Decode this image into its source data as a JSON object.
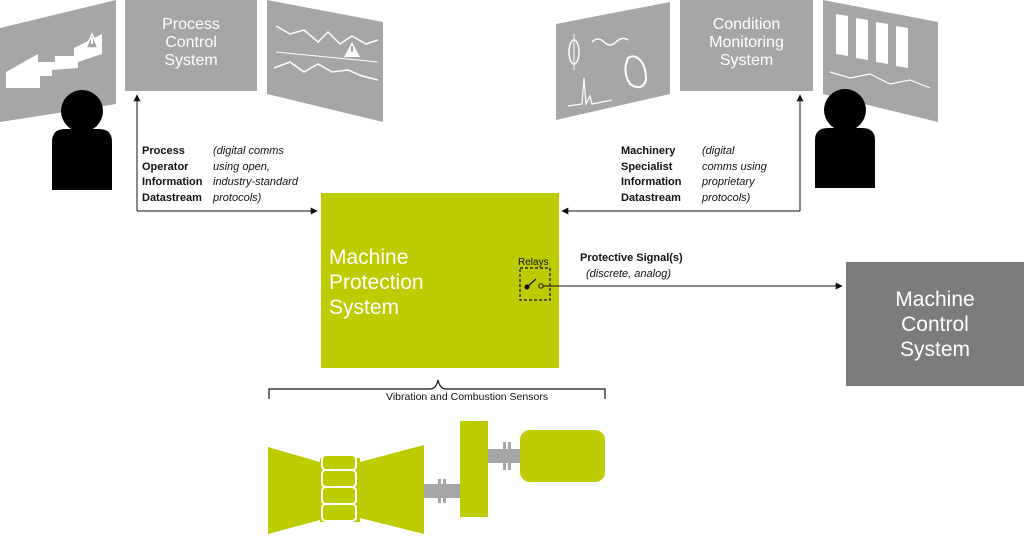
{
  "process_control": {
    "title_lines": [
      "Process",
      "Control",
      "System"
    ],
    "stream_label_lines": [
      "Process",
      "Operator",
      "Information",
      "Datastream"
    ],
    "stream_note_lines": [
      "(digital comms",
      "using open,",
      "industry-standard",
      "protocols)"
    ]
  },
  "condition_monitoring": {
    "title_lines": [
      "Condition",
      "Monitoring",
      "System"
    ],
    "stream_label_lines": [
      "Machinery",
      "Specialist",
      "Information",
      "Datastream"
    ],
    "stream_note_lines": [
      "(digital",
      "comms using",
      "proprietary",
      "protocols)"
    ]
  },
  "machine_protection": {
    "title_lines": [
      "Machine",
      "Protection",
      "System"
    ],
    "relays_label": "Relays",
    "color": "#bccc00"
  },
  "protective_signal": {
    "label": "Protective Signal(s)",
    "note": "(discrete, analog)"
  },
  "machine_control": {
    "title_lines": [
      "Machine",
      "Control",
      "System"
    ],
    "color": "#7c7c7c"
  },
  "sensors": {
    "label": "Vibration and Combustion Sensors"
  },
  "colors": {
    "panel_gray": "#a6a6a6",
    "accent_green": "#bccc00",
    "person": "#000000",
    "line": "#111111"
  },
  "icons": {
    "left_screen": "hmi-arrow-screen-icon",
    "left_trend": "trend-alarm-screen-icon",
    "right_plots": "vibration-plot-screen-icon",
    "right_bars": "bar-graph-screen-icon",
    "person": "person-icon",
    "turbine": "gas-turbine-train-icon"
  }
}
